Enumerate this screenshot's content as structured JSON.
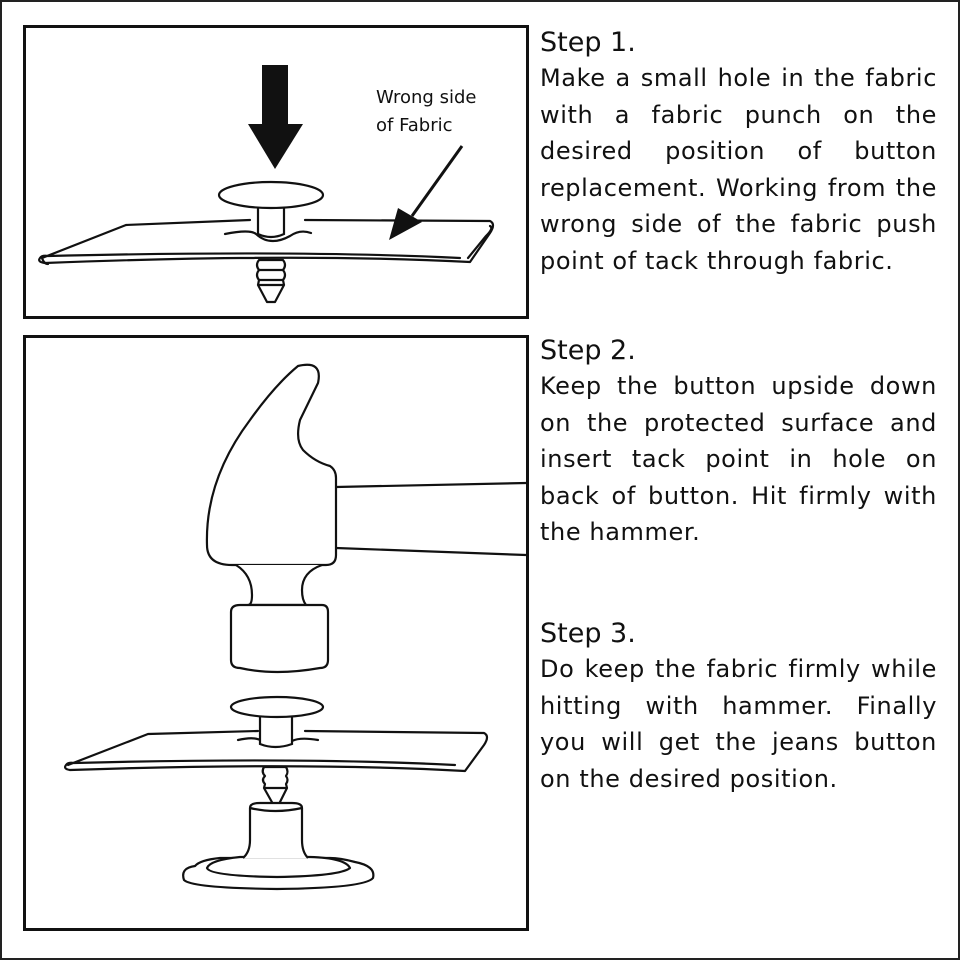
{
  "colors": {
    "line": "#111111",
    "background": "#ffffff"
  },
  "illustrations": {
    "panel1": {
      "callout_label_line1": "Wrong side",
      "callout_label_line2": "of Fabric"
    }
  },
  "steps": [
    {
      "title": "Step 1.",
      "body": "Make a small hole in the fabric with a fabric punch on the desired position of button replacement. Working from the wrong side of the fabric push point of tack through fabric."
    },
    {
      "title": "Step 2.",
      "body": "Keep the button upside down on the protected surface and insert tack point in hole on back of button. Hit firmly with the hammer."
    },
    {
      "title": "Step 3.",
      "body": "Do keep the fabric firmly while hitting with hammer. Finally you will get the jeans button on the desired position."
    }
  ]
}
